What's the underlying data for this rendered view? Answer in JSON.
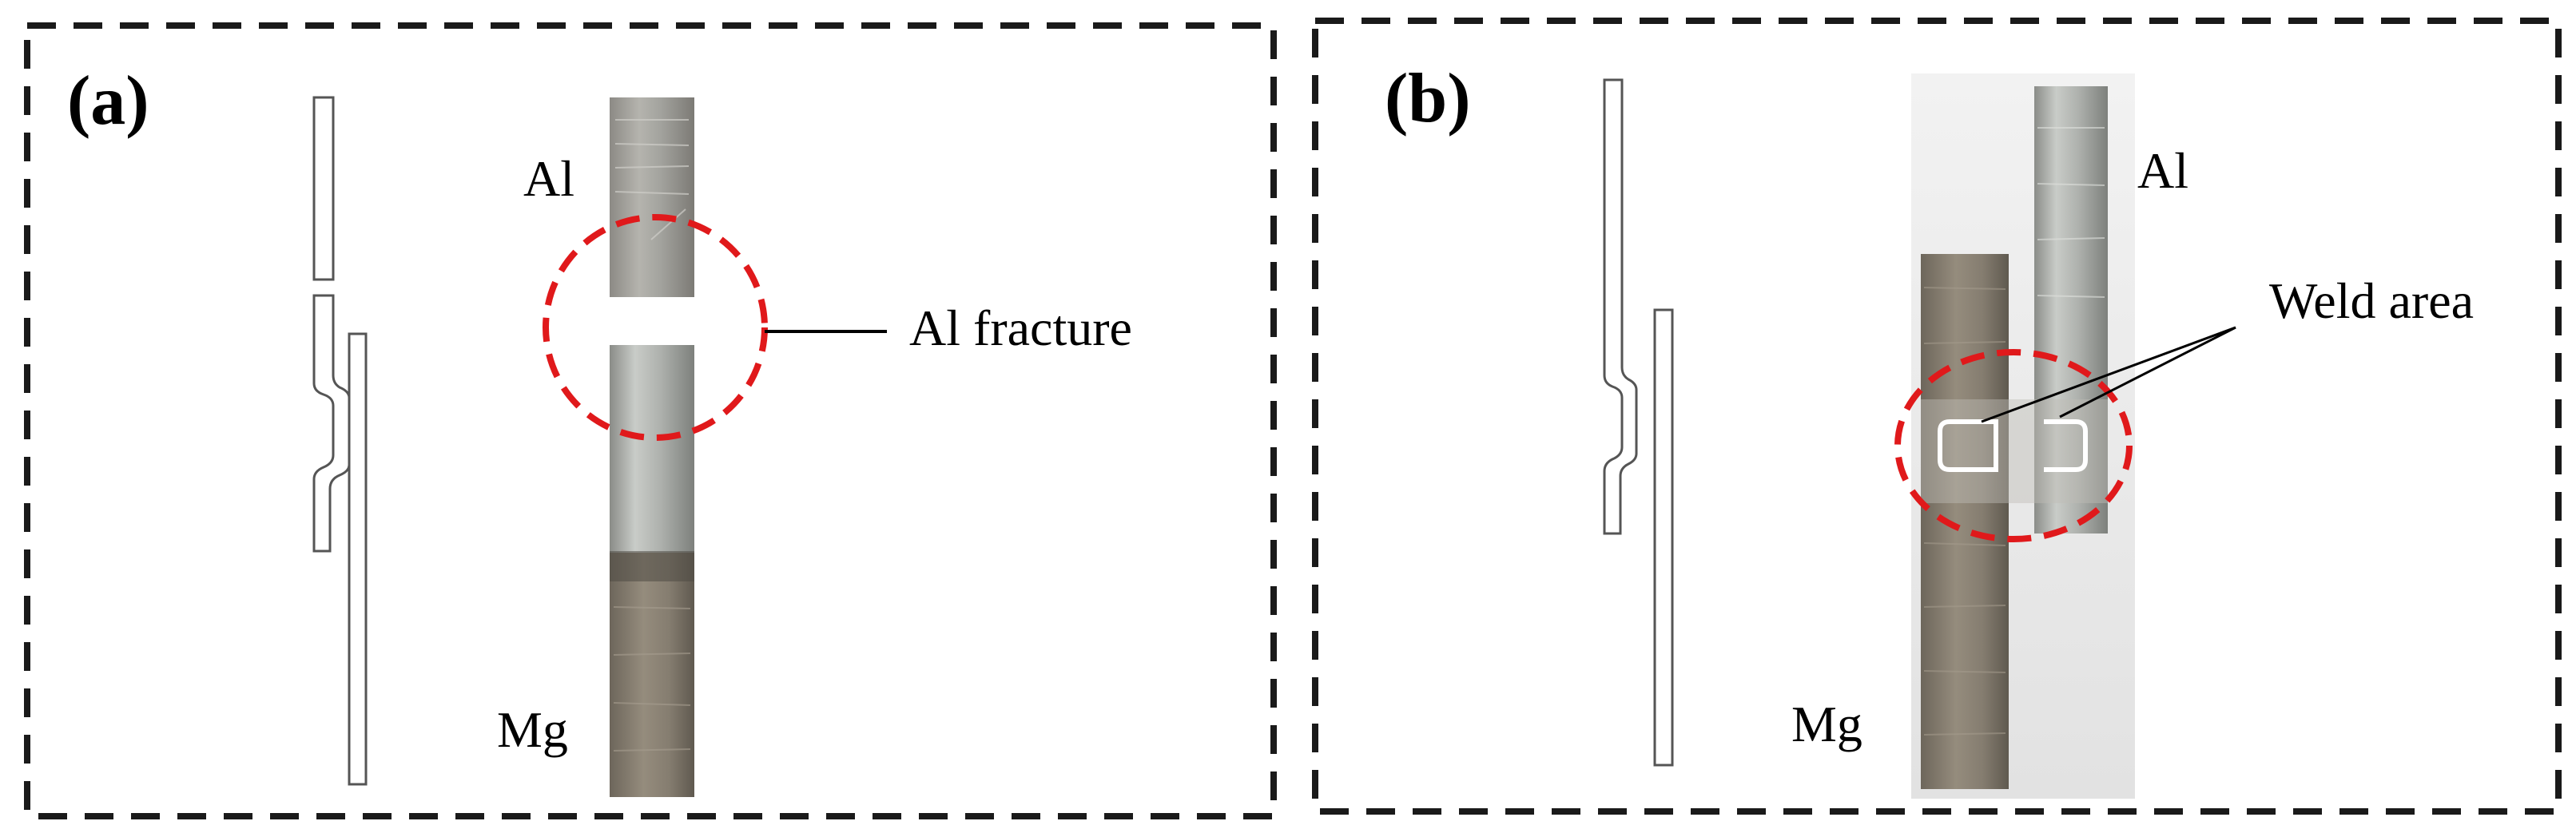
{
  "panels": [
    {
      "tag": "(a)",
      "labels": {
        "top_sheet": "Al",
        "bottom_sheet": "Mg",
        "callout": "Al fracture"
      }
    },
    {
      "tag": "(b)",
      "labels": {
        "top_sheet": "Al",
        "bottom_sheet": "Mg",
        "callout": "Weld area"
      }
    }
  ],
  "colors": {
    "frame": "#1a1a1a",
    "highlight": "#e0191b",
    "outline": "#555555",
    "photo_background": "#ececec"
  }
}
